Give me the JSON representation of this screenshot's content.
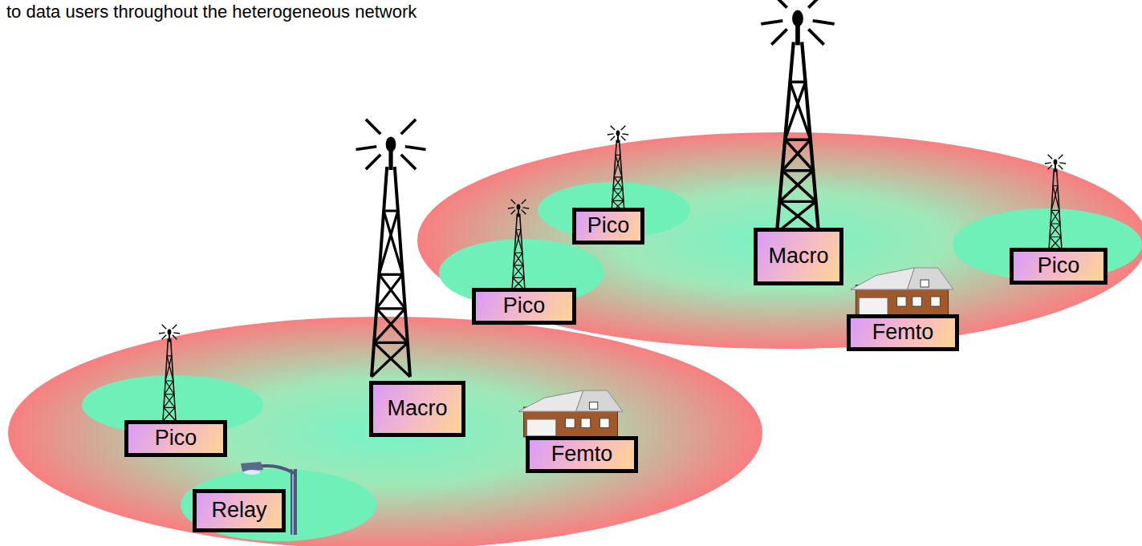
{
  "diagram": {
    "title": "to data users throughout the heterogeneous network",
    "nodes": [
      {
        "text": [
          "Pico"
        ]
      },
      {
        "text": [
          "Macro"
        ]
      },
      {
        "text": [
          "Pico"
        ]
      },
      {
        "text": [
          "Pico"
        ]
      },
      {
        "text": [
          "Femto"
        ]
      },
      {
        "text": [
          "Macro"
        ]
      },
      {
        "text": [
          "Femto"
        ]
      },
      {
        "text": [
          "Pico"
        ]
      },
      {
        "text": [
          "Relay"
        ]
      }
    ]
  }
}
